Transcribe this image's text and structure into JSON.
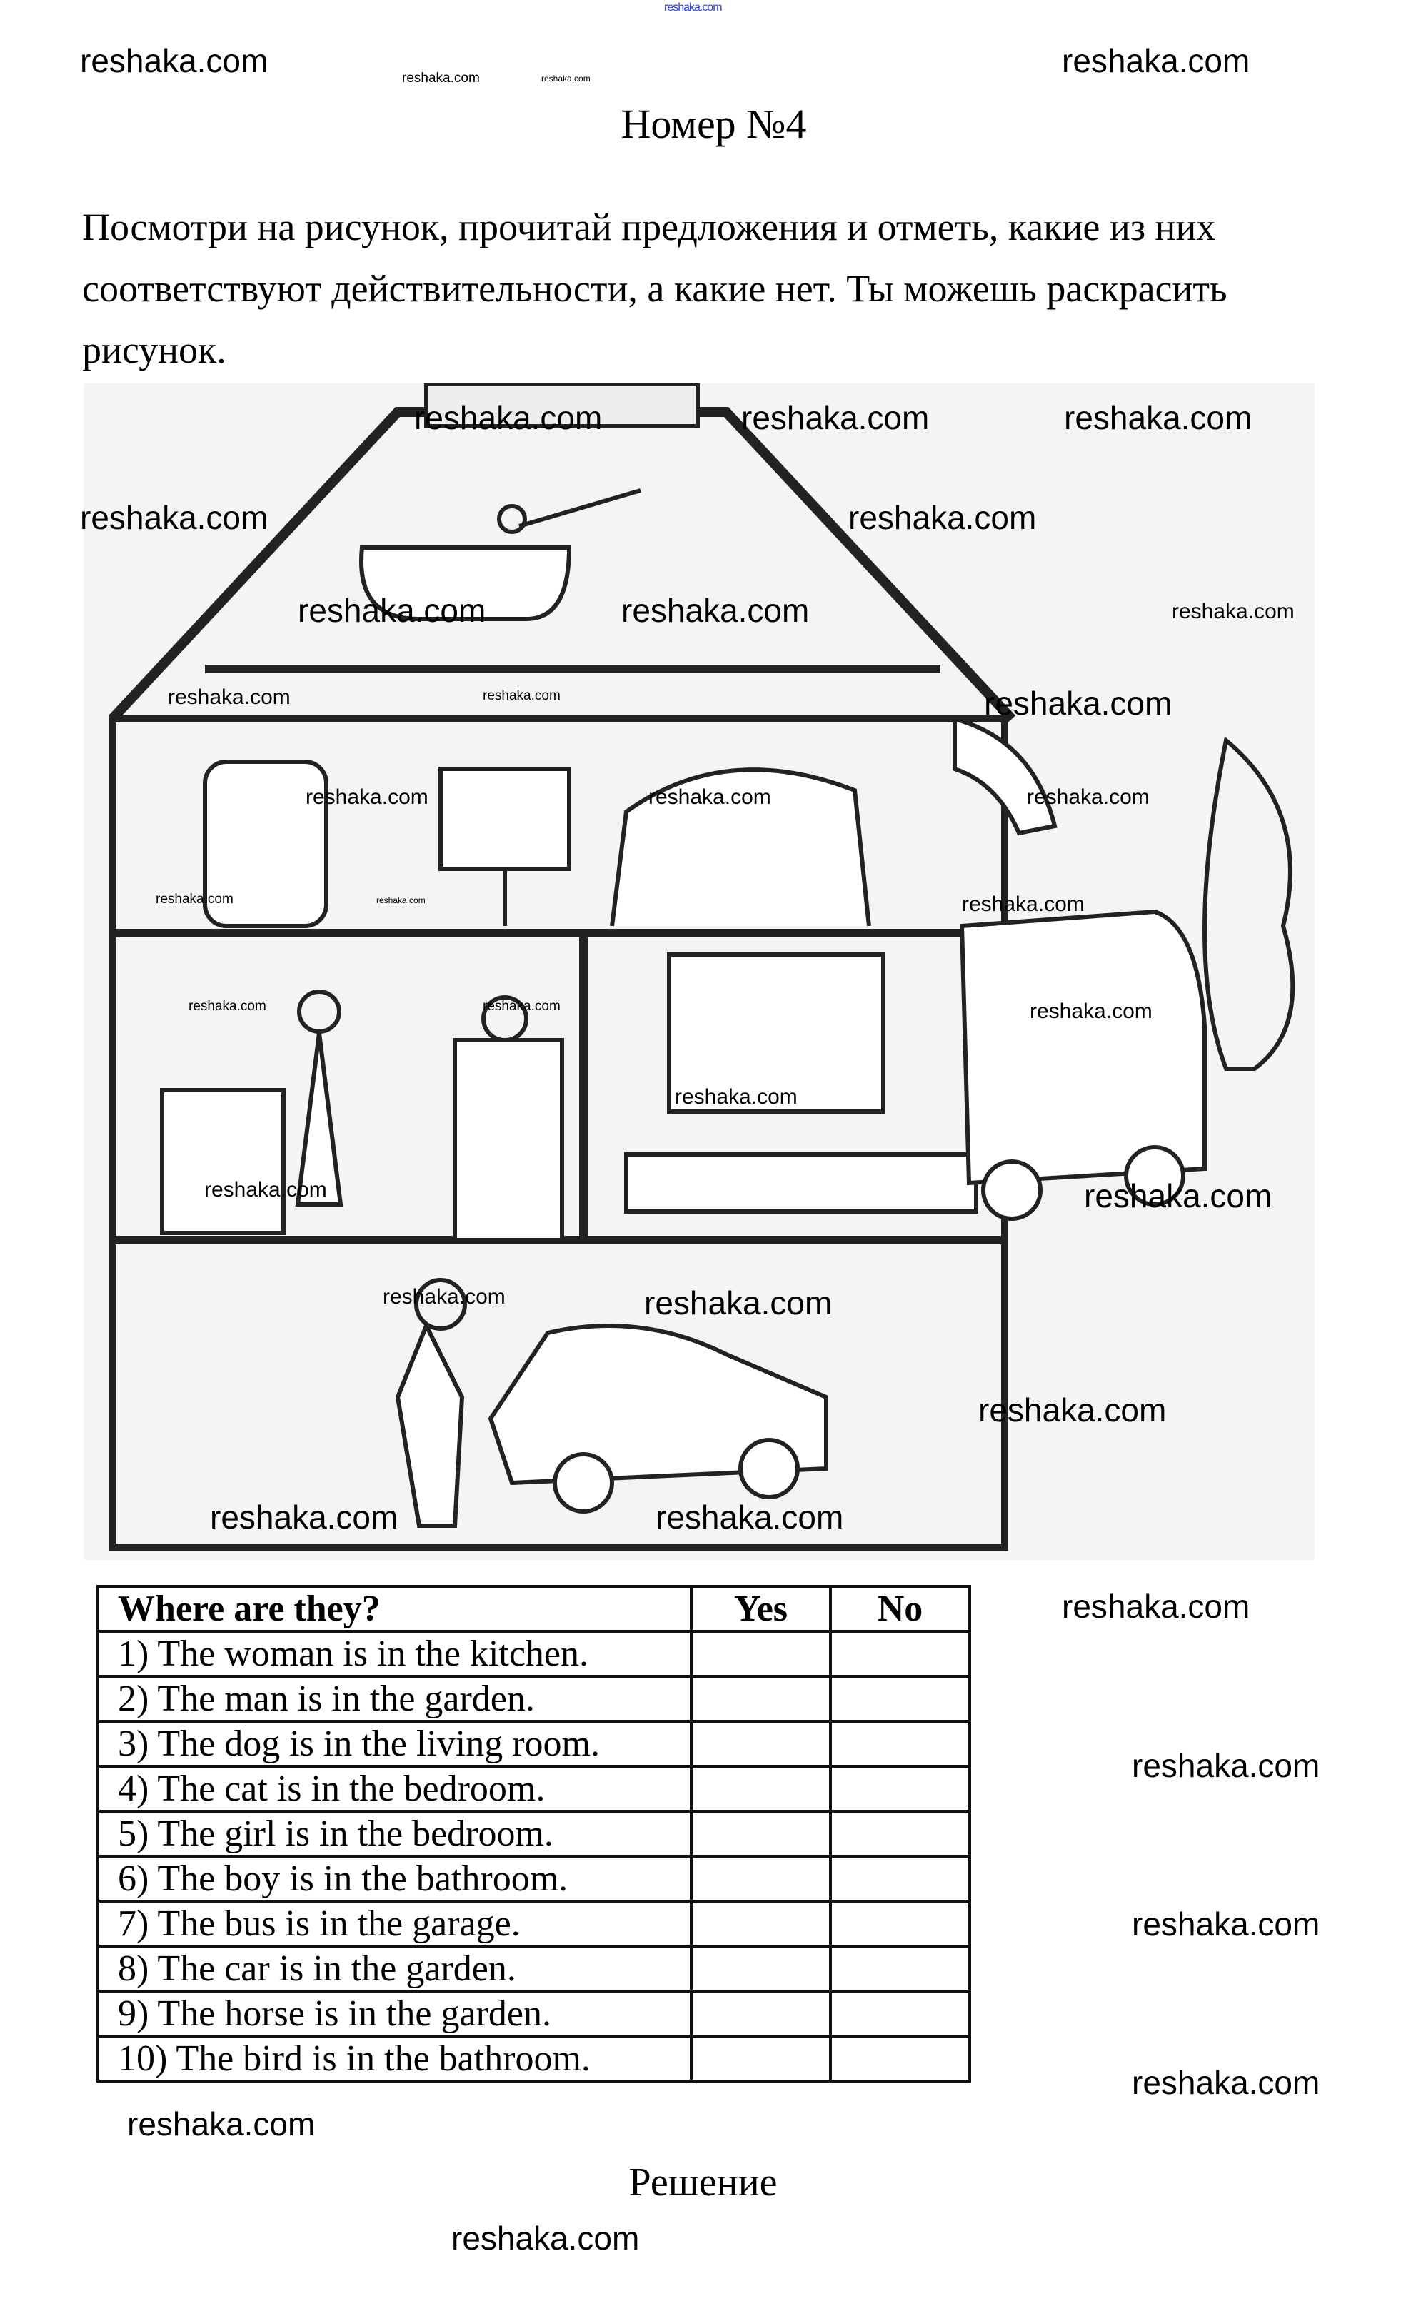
{
  "header": {
    "site_mark": "reshaka.com"
  },
  "task": {
    "title": "Номер №4",
    "instruction": "Посмотри на рисунок, прочитай предложения и отметь, какие из них соответствуют действительности, а какие нет. Ты можешь раскрасить рисунок."
  },
  "table": {
    "header": {
      "question": "Where are they?",
      "yes": "Yes",
      "no": "No"
    },
    "rows": [
      "1) The woman is in the kitchen.",
      "2) The man  is in the garden.",
      "3) The dog is in the living room.",
      "4) The cat is in the bedroom.",
      "5) The girl is in the bedroom.",
      "6) The boy is in the bathroom.",
      "7) The bus is in the garage.",
      "8) The car is in the garden.",
      "9) The horse is in the garden.",
      "10) The bird is in the bathroom."
    ]
  },
  "footer": {
    "solution_label": "Решение"
  },
  "watermark": "reshaka.com"
}
